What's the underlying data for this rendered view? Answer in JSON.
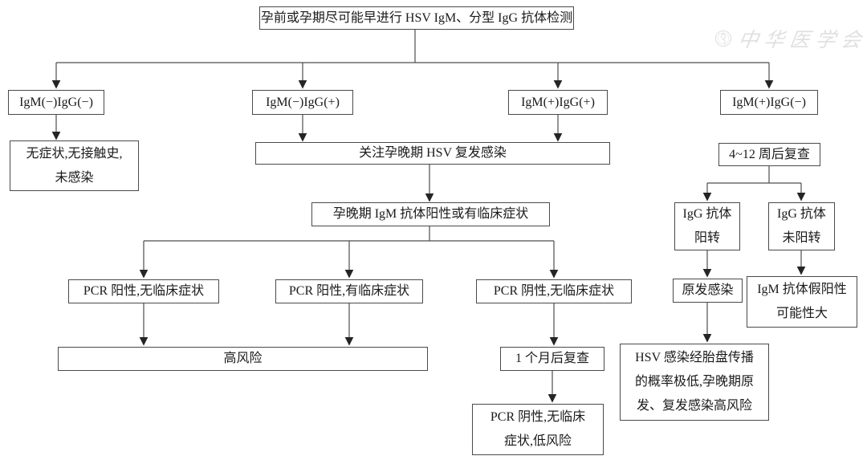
{
  "watermark": {
    "text": "中华医学会"
  },
  "nodes": {
    "start": {
      "lines": [
        "孕前或孕期尽可能早进行 HSV IgM、分型 IgG 抗体检测"
      ]
    },
    "igm_neg_igg_neg": {
      "lines": [
        "IgM(−)IgG(−)"
      ]
    },
    "igm_neg_igg_pos": {
      "lines": [
        "IgM(−)IgG(+)"
      ]
    },
    "igm_pos_igg_pos": {
      "lines": [
        "IgM(+)IgG(+)"
      ]
    },
    "igm_pos_igg_neg": {
      "lines": [
        "IgM(+)IgG(−)"
      ]
    },
    "no_infection": {
      "lines": [
        "无症状,无接触史,",
        "未感染"
      ]
    },
    "late_recurrent": {
      "lines": [
        "关注孕晚期 HSV 复发感染"
      ]
    },
    "late_igm": {
      "lines": [
        "孕晚期 IgM 抗体阳性或有临床症状"
      ]
    },
    "pcr_pos_no_sym": {
      "lines": [
        "PCR 阳性,无临床症状"
      ]
    },
    "pcr_pos_sym": {
      "lines": [
        "PCR 阳性,有临床症状"
      ]
    },
    "pcr_neg_no_sym": {
      "lines": [
        "PCR 阴性,无临床症状"
      ]
    },
    "high_risk": {
      "lines": [
        "高风险"
      ]
    },
    "recheck_1m": {
      "lines": [
        "1 个月后复查"
      ]
    },
    "pcr_neg_low_risk": {
      "lines": [
        "PCR 阴性,无临床",
        "症状,低风险"
      ]
    },
    "recheck_4_12w": {
      "lines": [
        "4~12 周后复查"
      ]
    },
    "igg_seroconv": {
      "lines": [
        "IgG 抗体",
        "阳转"
      ]
    },
    "igg_no_seroconv": {
      "lines": [
        "IgG 抗体",
        "未阳转"
      ]
    },
    "primary_infection": {
      "lines": [
        "原发感染"
      ]
    },
    "igm_false_pos": {
      "lines": [
        "IgM 抗体假阳性",
        "可能性大"
      ]
    },
    "hsv_placenta": {
      "lines": [
        "HSV 感染经胎盘传播",
        "的概率极低,孕晚期原",
        "发、复发感染高风险"
      ]
    }
  }
}
